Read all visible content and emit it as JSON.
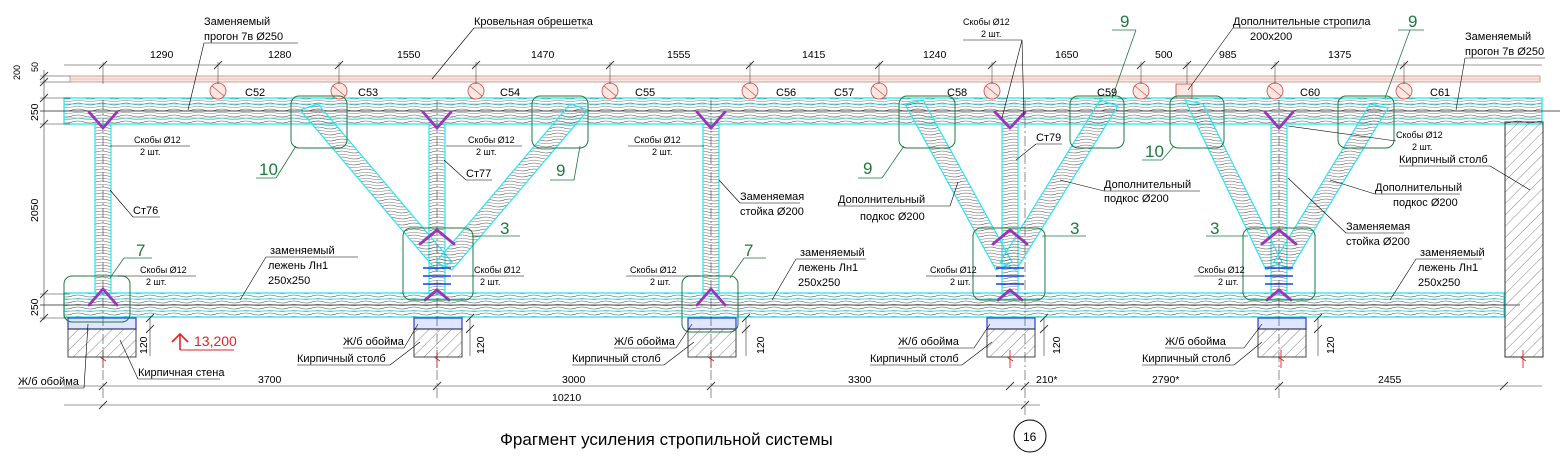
{
  "title": "Фрагмент усиления стропильной системы",
  "sheet_no": "16",
  "top_dims": [
    "1290",
    "1280",
    "1550",
    "1470",
    "1555",
    "1415",
    "1240",
    "1650",
    "500",
    "985",
    "1375"
  ],
  "left_dims": [
    "200",
    "50",
    "250",
    "2050",
    "250",
    "120"
  ],
  "bottom_dims": [
    "3700",
    "3000",
    "3300",
    "210*",
    "2790*",
    "2455"
  ],
  "total_dim": "10210",
  "side_dims_120": [
    "120",
    "120",
    "120",
    "120"
  ],
  "elevation": "13,200",
  "rafters": [
    "С52",
    "С53",
    "С54",
    "С55",
    "С56",
    "С57",
    "С58",
    "С59",
    "С60",
    "С61"
  ],
  "columns": [
    "Ст76",
    "Ст77",
    "Ст79"
  ],
  "callout_numbers": [
    "7",
    "10",
    "9",
    "3",
    "7",
    "9",
    "9",
    "3",
    "10",
    "9",
    "3"
  ],
  "labels": {
    "purlin_tl_1": "Заменяемый",
    "purlin_tl_2": "прогон 7в Ø250",
    "roof_batten": "Кровельная обрешетка",
    "brackets": "Скобы Ø12",
    "two_pcs": "2 шт.",
    "add_rafters_1": "Дополнительные стропила",
    "add_rafters_2": "200x200",
    "purlin_tr_1": "Заменяемый",
    "purlin_tr_2": "прогон 7в Ø250",
    "brick_pillar": "Кирпичный столб",
    "replaced_post_1": "Заменяемая",
    "replaced_post_2": "стойка Ø200",
    "add_brace_1": "Дополнительный",
    "add_brace_2": "подкос Ø200",
    "sill_1": "заменяемый",
    "sill_2": "лежень Лн1",
    "sill_3": "250x250",
    "rc_casing": "Ж/б обойма",
    "brick_wall": "Кирпичная стена"
  },
  "colors": {
    "timber_outline": "#25e8f5",
    "brackets": "#9a35b8",
    "callout": "#1e7a3c",
    "elevation": "#e02424",
    "foundation_blue": "#2c3fc0",
    "bolts": "#1444e0"
  }
}
